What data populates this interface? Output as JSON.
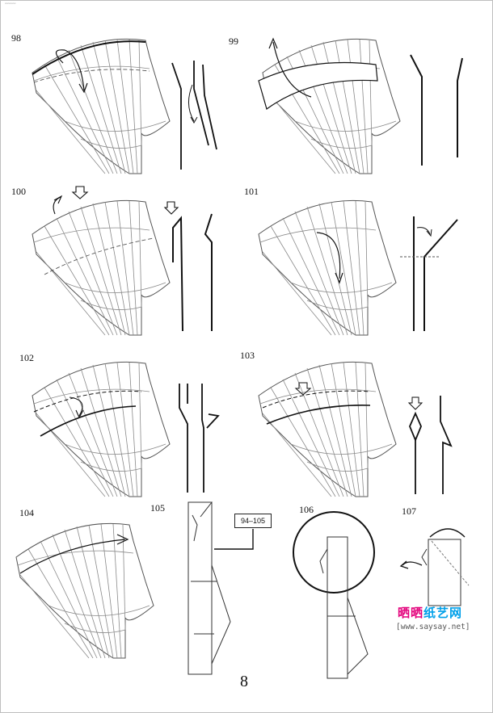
{
  "header_note": "xxxxxxxxx",
  "steps": {
    "s98": "98",
    "s99": "99",
    "s100": "100",
    "s101": "101",
    "s102": "102",
    "s103": "103",
    "s104": "104",
    "s105": "105",
    "s106": "106",
    "s107": "107"
  },
  "reference_box": "94–105",
  "page_number": "8",
  "watermark": {
    "part1": "晒晒",
    "part2": "纸艺网",
    "url": "[www.saysay.net]"
  },
  "colors": {
    "line": "#1a1a1a",
    "fold_line": "#8a8a8a",
    "watermark_pink": "#e3007b",
    "watermark_blue": "#00a0e9"
  }
}
